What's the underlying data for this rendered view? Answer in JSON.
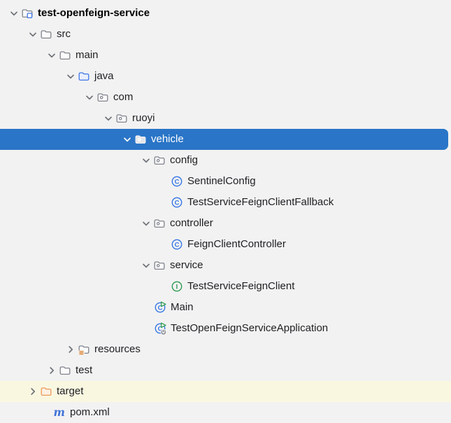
{
  "panel": {
    "name": "project-tree",
    "background": "#f2f2f2"
  },
  "colors": {
    "selection_background": "#2a75c7",
    "selection_text": "#ffffff",
    "excluded_row_background": "#faf7e1",
    "text": "#1e1f22",
    "chevron": "#6f7278",
    "folder_stroke": "#7f838c",
    "folder_fill": "#fbfbfc",
    "source_folder_stroke": "#3f76e8",
    "source_folder_fill": "#e9effd",
    "excluded_folder_stroke": "#eb9a55",
    "excluded_folder_fill": "#fdf0e3",
    "resources_lines": "#e0802c",
    "class_blue": "#3776e5",
    "interface_green": "#2f9c53",
    "run_overlay_green": "#2f9c53",
    "run_config_gray": "#71747b",
    "maven_blue": "#3f72d9",
    "project_overlay_blue": "#3f76e8"
  },
  "tree": {
    "rows": [
      {
        "label": "test-openfeign-service",
        "icon": "project-folder",
        "chevron": "expanded",
        "indent": 10,
        "bold": true,
        "selected": false,
        "excluded": false
      },
      {
        "label": "src",
        "icon": "folder",
        "chevron": "expanded",
        "indent": 37,
        "bold": false,
        "selected": false,
        "excluded": false
      },
      {
        "label": "main",
        "icon": "folder",
        "chevron": "expanded",
        "indent": 64,
        "bold": false,
        "selected": false,
        "excluded": false
      },
      {
        "label": "java",
        "icon": "source-folder",
        "chevron": "expanded",
        "indent": 91,
        "bold": false,
        "selected": false,
        "excluded": false
      },
      {
        "label": "com",
        "icon": "package",
        "chevron": "expanded",
        "indent": 118,
        "bold": false,
        "selected": false,
        "excluded": false
      },
      {
        "label": "ruoyi",
        "icon": "package",
        "chevron": "expanded",
        "indent": 145,
        "bold": false,
        "selected": false,
        "excluded": false
      },
      {
        "label": "vehicle",
        "icon": "package",
        "chevron": "expanded",
        "indent": 172,
        "bold": false,
        "selected": true,
        "excluded": false
      },
      {
        "label": "config",
        "icon": "package",
        "chevron": "expanded",
        "indent": 199,
        "bold": false,
        "selected": false,
        "excluded": false
      },
      {
        "label": "SentinelConfig",
        "icon": "class",
        "chevron": null,
        "indent": 244,
        "bold": false,
        "selected": false,
        "excluded": false
      },
      {
        "label": "TestServiceFeignClientFallback",
        "icon": "class",
        "chevron": null,
        "indent": 244,
        "bold": false,
        "selected": false,
        "excluded": false
      },
      {
        "label": "controller",
        "icon": "package",
        "chevron": "expanded",
        "indent": 199,
        "bold": false,
        "selected": false,
        "excluded": false
      },
      {
        "label": "FeignClientController",
        "icon": "class",
        "chevron": null,
        "indent": 244,
        "bold": false,
        "selected": false,
        "excluded": false
      },
      {
        "label": "service",
        "icon": "package",
        "chevron": "expanded",
        "indent": 199,
        "bold": false,
        "selected": false,
        "excluded": false
      },
      {
        "label": "TestServiceFeignClient",
        "icon": "interface",
        "chevron": null,
        "indent": 244,
        "bold": false,
        "selected": false,
        "excluded": false
      },
      {
        "label": "Main",
        "icon": "runnable-class",
        "chevron": null,
        "indent": 220,
        "bold": false,
        "selected": false,
        "excluded": false
      },
      {
        "label": "TestOpenFeignServiceApplication",
        "icon": "run-config-class",
        "chevron": null,
        "indent": 220,
        "bold": false,
        "selected": false,
        "excluded": false
      },
      {
        "label": "resources",
        "icon": "resources-folder",
        "chevron": "collapsed",
        "indent": 91,
        "bold": false,
        "selected": false,
        "excluded": false
      },
      {
        "label": "test",
        "icon": "folder",
        "chevron": "collapsed",
        "indent": 64,
        "bold": false,
        "selected": false,
        "excluded": false
      },
      {
        "label": "target",
        "icon": "excluded-folder",
        "chevron": "collapsed",
        "indent": 37,
        "bold": false,
        "selected": false,
        "excluded": true
      },
      {
        "label": "pom.xml",
        "icon": "maven",
        "chevron": null,
        "indent": 76,
        "bold": false,
        "selected": false,
        "excluded": false
      }
    ]
  }
}
